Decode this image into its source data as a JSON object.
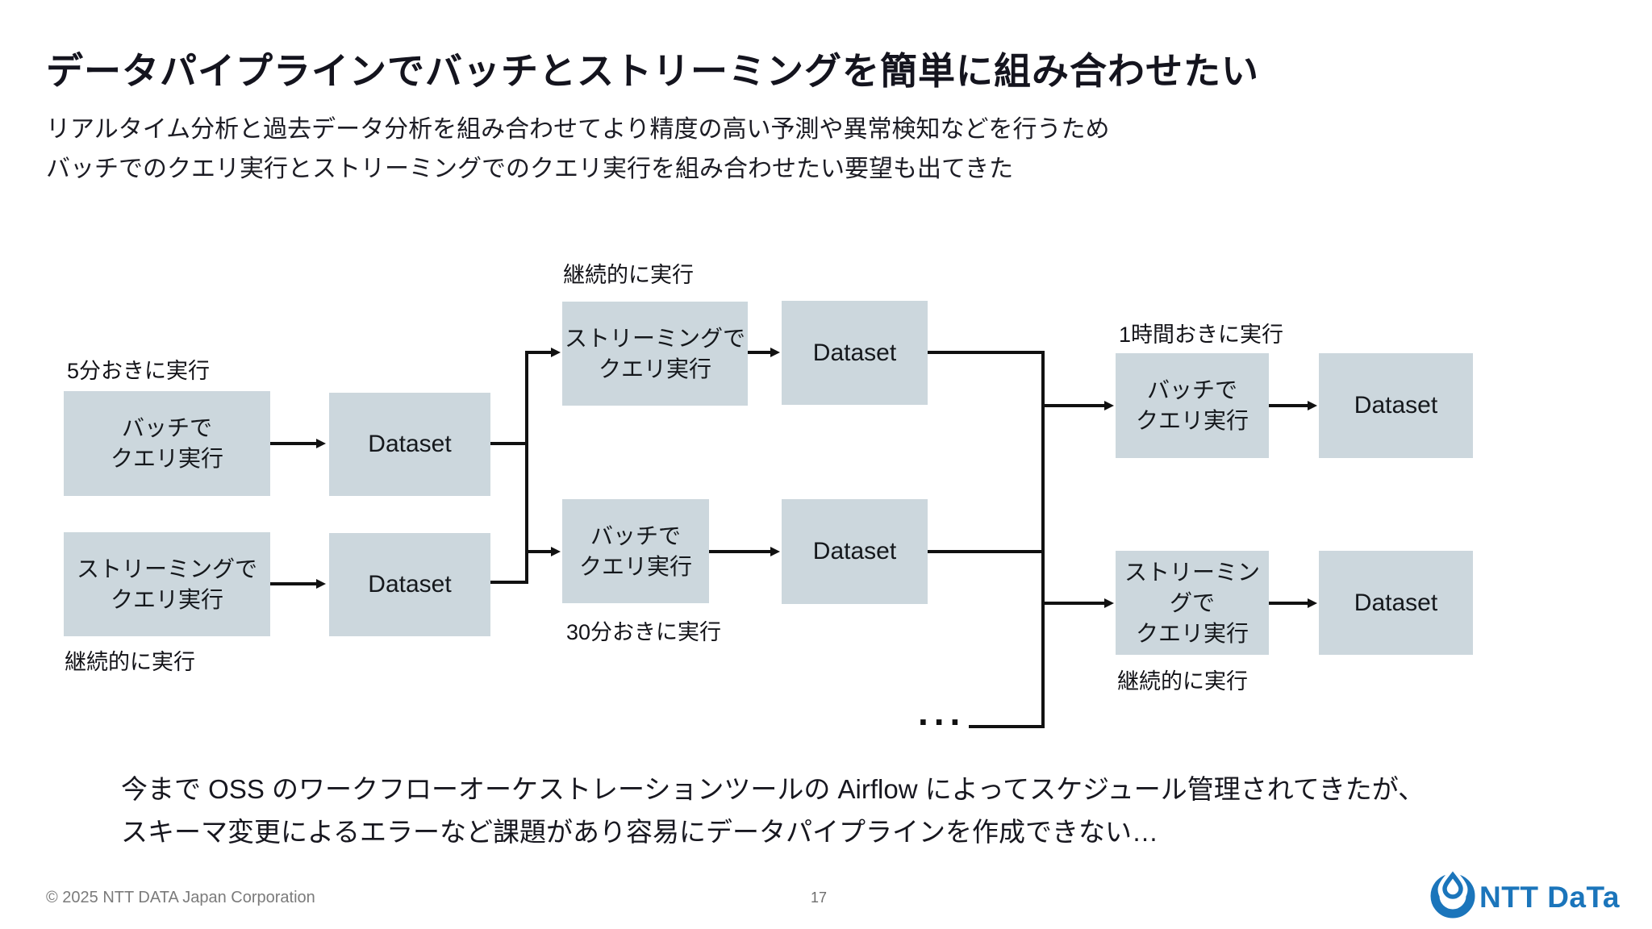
{
  "slide": {
    "title": "データパイプラインでバッチとストリーミングを簡単に組み合わせたい",
    "lead": "リアルタイム分析と過去データ分析を組み合わせてより精度の高い予測や異常検知などを行うため\nバッチでのクエリ実行とストリーミングでのクエリ実行を組み合わせたい要望も出てきた",
    "note": "今まで OSS のワークフローオーケストレーションツールの Airflow によってスケジュール管理されてきたが、\nスキーマ変更によるエラーなど課題があり容易にデータパイプラインを作成できない…"
  },
  "diagram": {
    "box_fill_color": "#ccd7dd",
    "line_color": "#111111",
    "nodes": {
      "left_batch": {
        "label": "バッチで\nクエリ実行"
      },
      "left_batch_dataset": {
        "label": "Dataset"
      },
      "left_streaming": {
        "label": "ストリーミングで\nクエリ実行"
      },
      "left_streaming_dataset": {
        "label": "Dataset"
      },
      "mid_streaming": {
        "label": "ストリーミングで\nクエリ実行"
      },
      "mid_streaming_dataset": {
        "label": "Dataset"
      },
      "mid_batch": {
        "label": "バッチで\nクエリ実行"
      },
      "mid_batch_dataset": {
        "label": "Dataset"
      },
      "right_batch": {
        "label": "バッチで\nクエリ実行"
      },
      "right_batch_dataset": {
        "label": "Dataset"
      },
      "right_streaming": {
        "label": "ストリーミングで\nクエリ実行"
      },
      "right_streaming_dataset": {
        "label": "Dataset"
      }
    },
    "labels": {
      "every_5_min": "5分おきに実行",
      "continuous_left": "継続的に実行",
      "continuous_mid": "継続的に実行",
      "every_30_min": "30分おきに実行",
      "every_1_hour": "1時間おきに実行",
      "continuous_right": "継続的に実行",
      "ellipsis": "..."
    }
  },
  "footer": {
    "copyright": "© 2025 NTT DATA Japan Corporation",
    "page_number": "17",
    "logo_text": "NTT DaTa",
    "logo_color": "#1b75bb"
  }
}
